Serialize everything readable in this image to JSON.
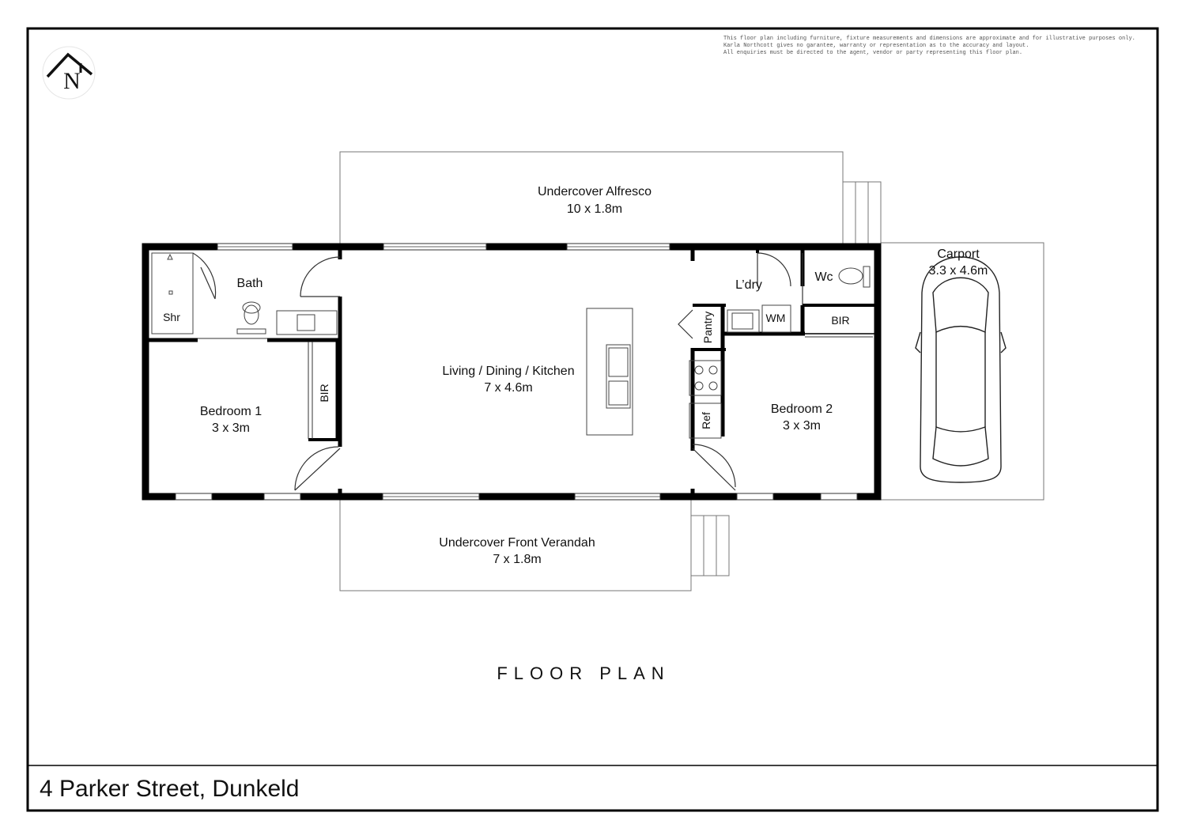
{
  "disclaimer": [
    "This floor plan including furniture, fixture measurements and dimensions are approximate and for illustrative purposes only.",
    "Karla Northcott gives no garantee, warranty or representation as to the accuracy and layout.",
    "All enquiries must be directed to the agent, vendor or party representing this floor plan."
  ],
  "logo_letter": "N",
  "rooms": {
    "alfresco": {
      "name": "Undercover Alfresco",
      "size": "10 x 1.8m"
    },
    "bath": {
      "name": "Bath"
    },
    "shower": {
      "name": "Shr"
    },
    "bedroom1": {
      "name": "Bedroom 1",
      "size": "3 x 3m"
    },
    "bir1": {
      "name": "BIR"
    },
    "living": {
      "name": "Living / Dining / Kitchen",
      "size": "7 x 4.6m"
    },
    "laundry": {
      "name": "L’dry"
    },
    "wm": {
      "name": "WM"
    },
    "wc": {
      "name": "Wc"
    },
    "bir2": {
      "name": "BIR"
    },
    "pantry": {
      "name": "Pantry"
    },
    "ref": {
      "name": "Ref"
    },
    "bedroom2": {
      "name": "Bedroom 2",
      "size": "3 x 3m"
    },
    "carport": {
      "name": "Carport",
      "size": "3.3 x 4.6m"
    },
    "verandah": {
      "name": "Undercover Front Verandah",
      "size": "7 x 1.8m"
    }
  },
  "plan_title": "FLOOR PLAN",
  "address": "4 Parker Street, Dunkeld"
}
